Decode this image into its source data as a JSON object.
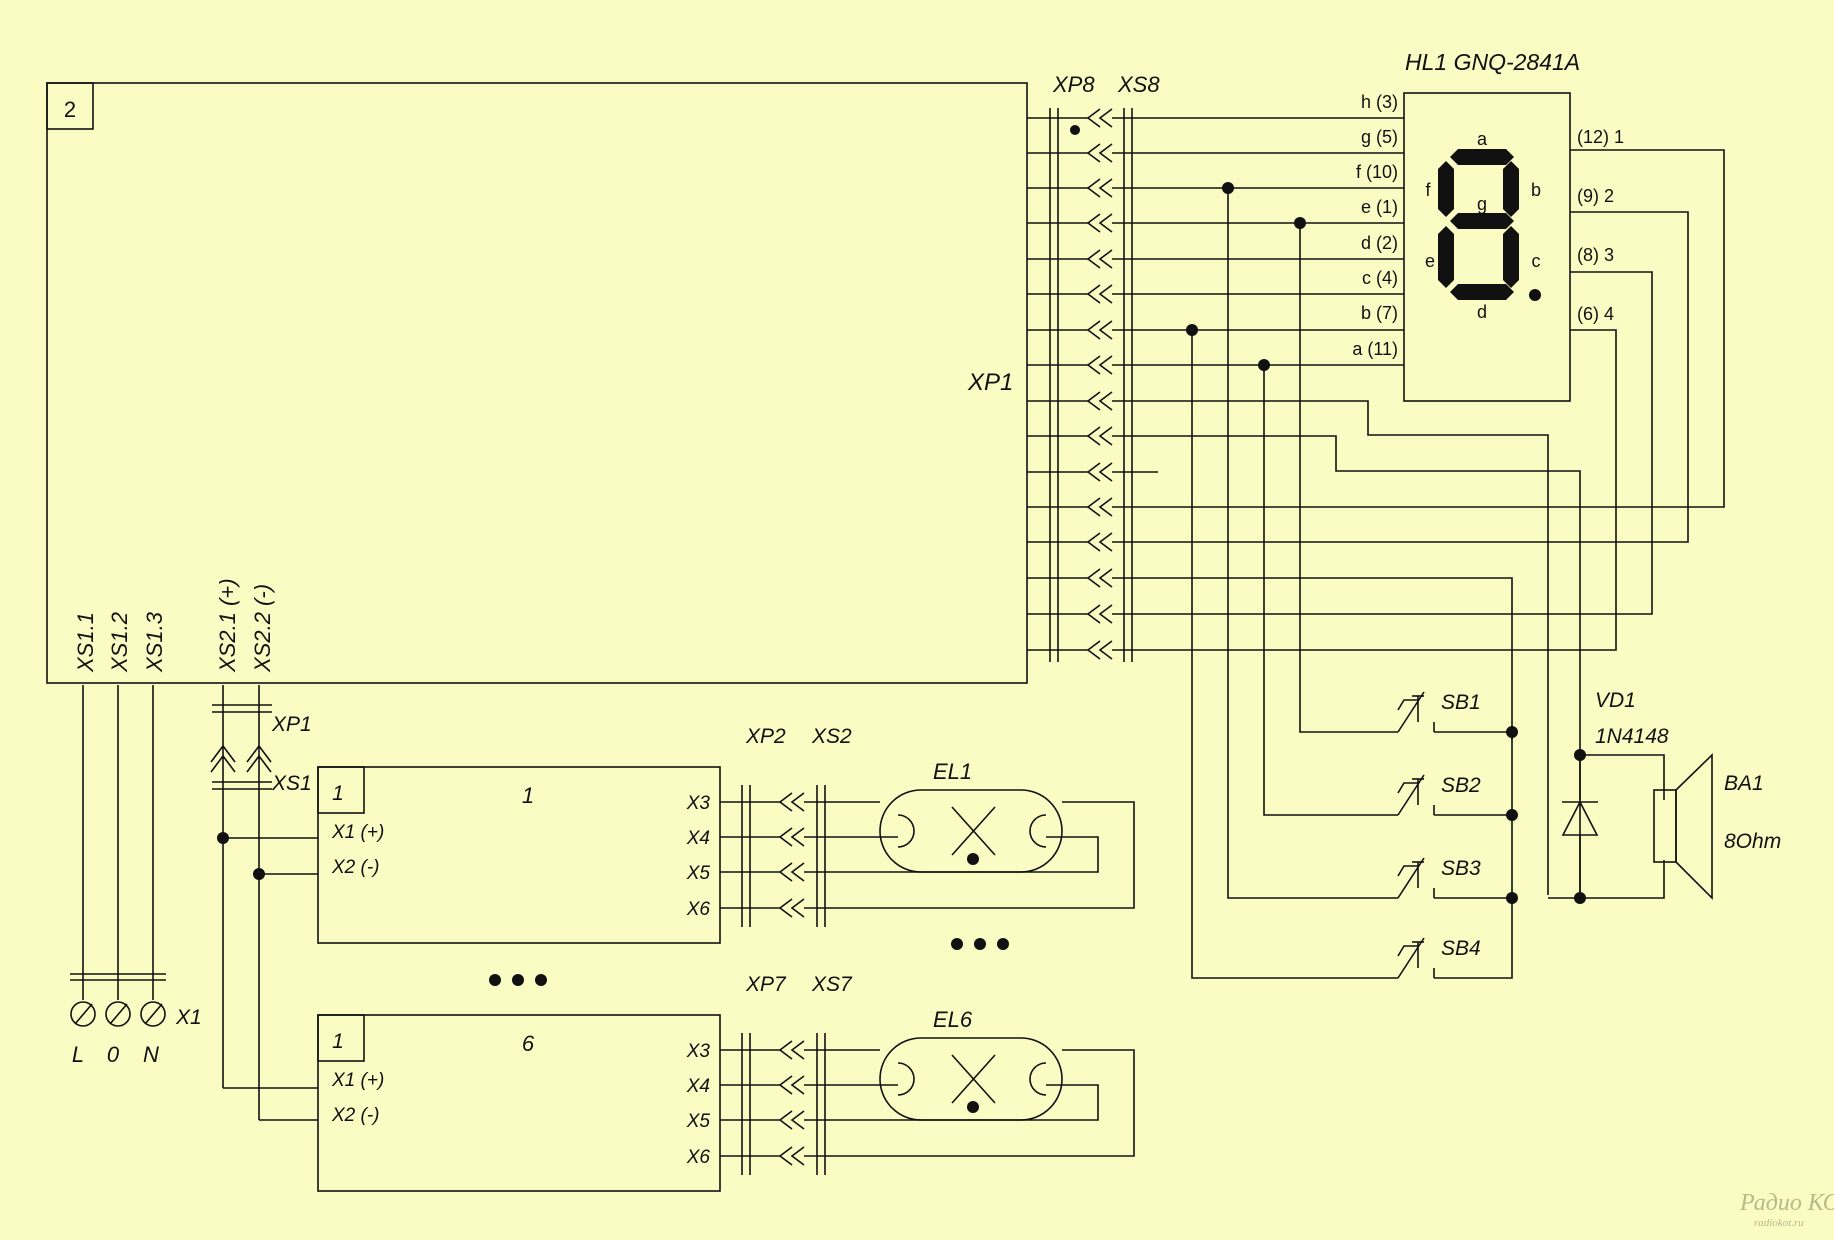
{
  "colors": {
    "background": "#fbfbc4",
    "ink": "#111111"
  },
  "block2": {
    "number": "2",
    "xp1_label": "XP1",
    "xs1_pins": [
      "XS1.1",
      "XS1.2",
      "XS1.3"
    ],
    "xs2_pins": [
      "XS2.1 (+)",
      "XS2.2 (-)"
    ]
  },
  "connectors_main": {
    "xp8": "XP8",
    "xs8": "XS8"
  },
  "display": {
    "title": "HL1  GNQ-2841A",
    "segment_pins": [
      "h (3)",
      "g (5)",
      "f (10)",
      "e (1)",
      "d (2)",
      "c (4)",
      "b (7)",
      "a (11)"
    ],
    "digit_pins": [
      "(12) 1",
      "(9) 2",
      "(8) 3",
      "(6) 4"
    ],
    "segment_letters": {
      "a": "a",
      "b": "b",
      "c": "c",
      "d": "d",
      "e": "e",
      "f": "f",
      "g": "g"
    }
  },
  "buttons": [
    "SB1",
    "SB2",
    "SB3",
    "SB4"
  ],
  "diode": {
    "ref": "VD1",
    "part": "1N4148"
  },
  "buzzer": {
    "ref": "BA1",
    "value": "8Ohm"
  },
  "power_connectors": {
    "xp": "XP1",
    "xs": "XS1"
  },
  "terminal": {
    "ref": "X1",
    "labels": [
      "L",
      "0",
      "N"
    ]
  },
  "modules": [
    {
      "corner": "1",
      "number": "1",
      "x1": "X1 (+)",
      "x2": "X2 (-)",
      "outputs": [
        "X3",
        "X4",
        "X5",
        "X6"
      ],
      "xp": "XP2",
      "xs": "XS2",
      "lamp": "EL1"
    },
    {
      "corner": "1",
      "number": "6",
      "x1": "X1 (+)",
      "x2": "X2 (-)",
      "outputs": [
        "X3",
        "X4",
        "X5",
        "X6"
      ],
      "xp": "XP7",
      "xs": "XS7",
      "lamp": "EL6"
    }
  ],
  "watermark": {
    "line1": "Радио КОТ",
    "line2": "radiokot.ru"
  }
}
